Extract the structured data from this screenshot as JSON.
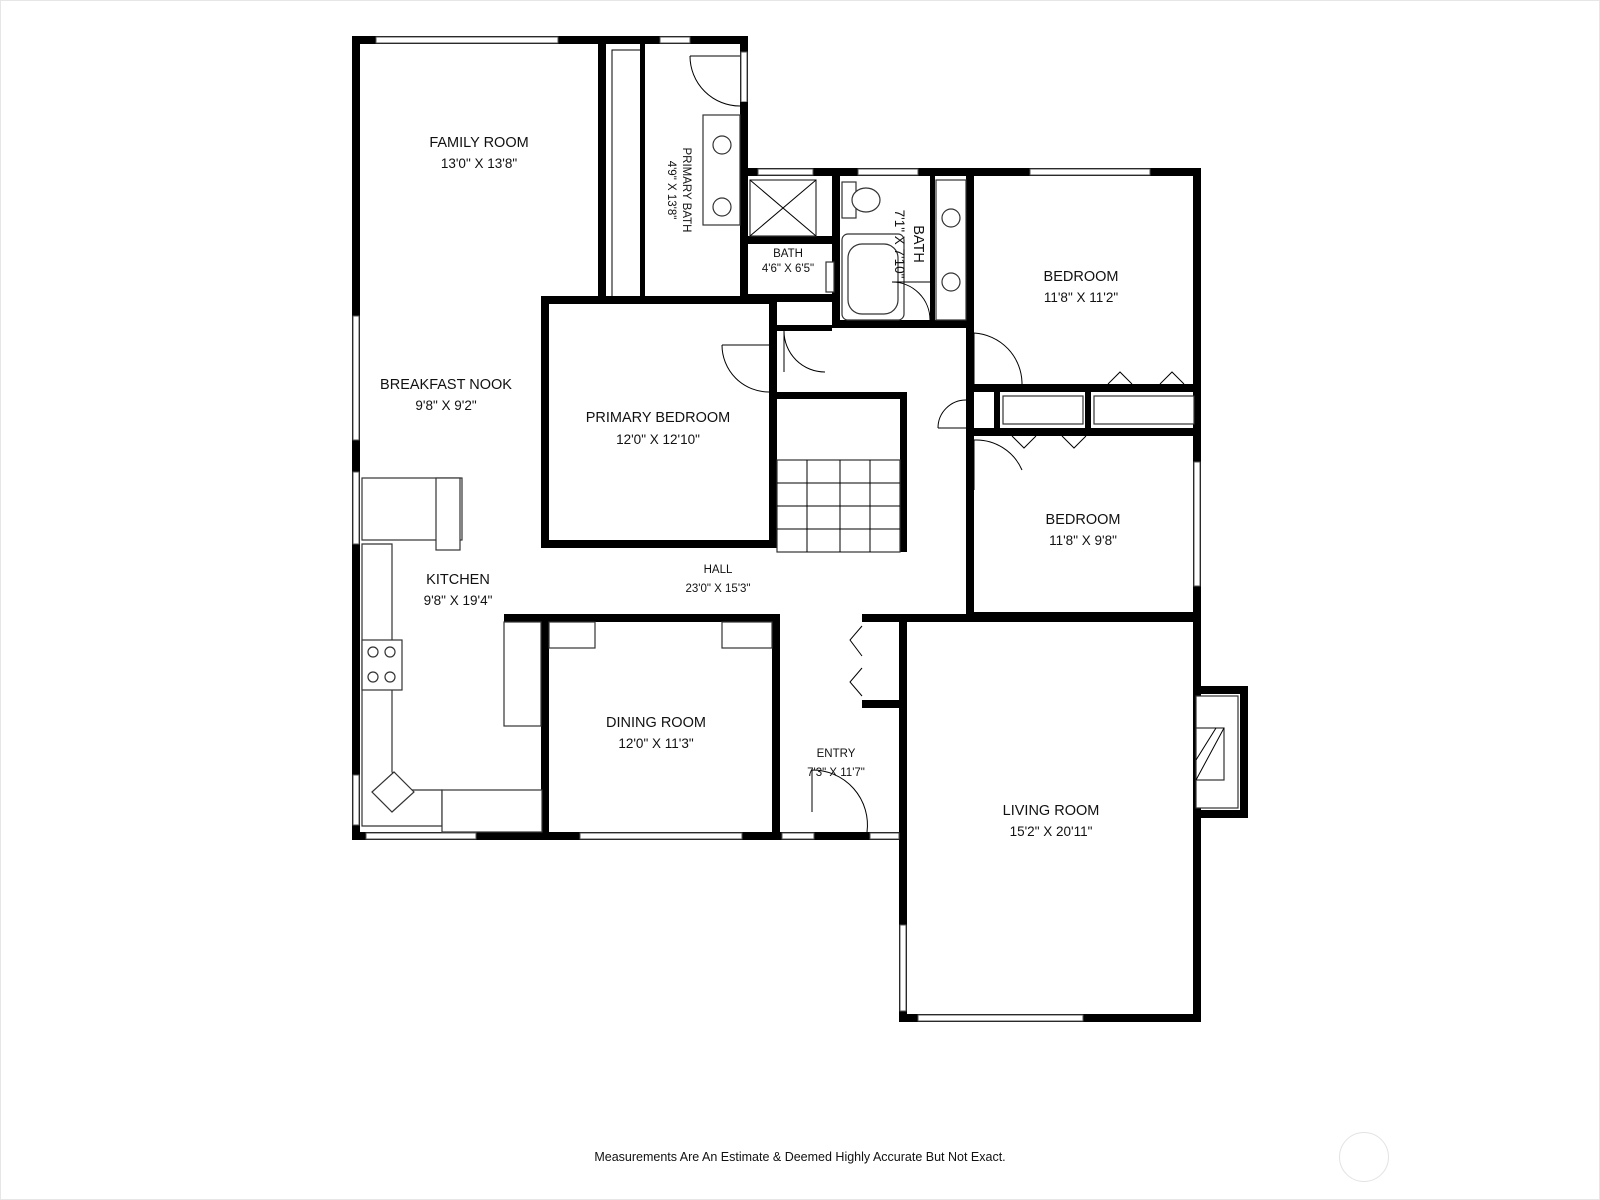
{
  "rooms": {
    "family_room": {
      "name": "FAMILY ROOM",
      "dims": "13'0\" X 13'8\""
    },
    "primary_bath": {
      "name": "PRIMARY BATH",
      "dims": "4'9\" X 13'8\""
    },
    "bath_small": {
      "name": "BATH",
      "dims": "4'6\" X 6'5\""
    },
    "bath_right": {
      "name": "BATH",
      "dims": "7'1\" X 7'10\""
    },
    "bedroom_1": {
      "name": "BEDROOM",
      "dims": "11'8\" X 11'2\""
    },
    "breakfast_nook": {
      "name": "BREAKFAST NOOK",
      "dims": "9'8\" X 9'2\""
    },
    "primary_bedroom": {
      "name": "PRIMARY BEDROOM",
      "dims": "12'0\" X 12'10\""
    },
    "bedroom_2": {
      "name": "BEDROOM",
      "dims": "11'8\" X 9'8\""
    },
    "kitchen": {
      "name": "KITCHEN",
      "dims": "9'8\" X 19'4\""
    },
    "hall": {
      "name": "HALL",
      "dims": "23'0\" X 15'3\""
    },
    "dining_room": {
      "name": "DINING ROOM",
      "dims": "12'0\" X 11'3\""
    },
    "entry": {
      "name": "ENTRY",
      "dims": "7'3\" X 11'7\""
    },
    "living_room": {
      "name": "LIVING ROOM",
      "dims": "15'2\" X 20'11\""
    }
  },
  "disclaimer": "Measurements Are An Estimate & Deemed Highly Accurate But Not Exact."
}
